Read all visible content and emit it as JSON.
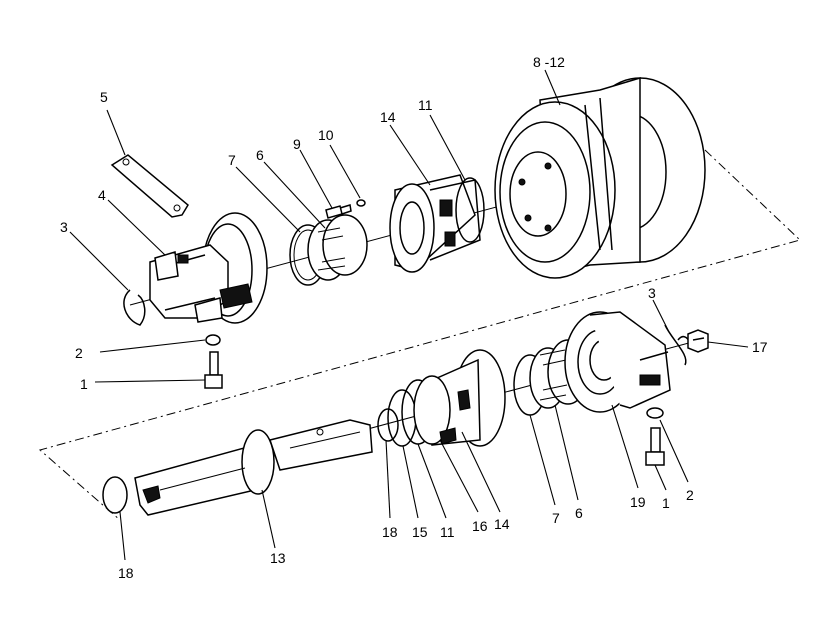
{
  "diagram": {
    "labels": {
      "l1a": "1",
      "l1b": "1",
      "l2a": "2",
      "l2b": "2",
      "l3a": "3",
      "l3b": "3",
      "l4": "4",
      "l5": "5",
      "l6a": "6",
      "l6b": "6",
      "l7a": "7",
      "l7b": "7",
      "l8_12": "8 -12",
      "l9": "9",
      "l10": "10",
      "l11a": "11",
      "l11b": "11",
      "l13": "13",
      "l14a": "14",
      "l14b": "14",
      "l15": "15",
      "l16": "16",
      "l17": "17",
      "l18a": "18",
      "l18b": "18",
      "l19": "19"
    }
  }
}
